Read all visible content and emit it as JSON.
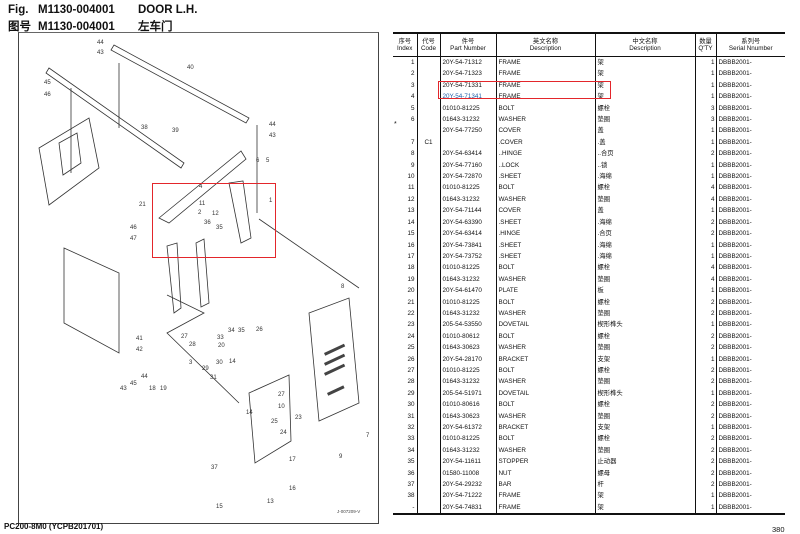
{
  "header": {
    "fig_label": "Fig.",
    "fig_number": "M1130-004001",
    "fig_title": "DOOR L.H.",
    "fig_label_cn": "图号",
    "fig_number_cn": "M1130-004001",
    "fig_title_cn": "左车门"
  },
  "columns": [
    {
      "cn": "序号",
      "en": "Index"
    },
    {
      "cn": "代号",
      "en": "Code"
    },
    {
      "cn": "件号",
      "en": "Part Number"
    },
    {
      "cn": "英文名称",
      "en": "Description"
    },
    {
      "cn": "中文名称",
      "en": "Description"
    },
    {
      "cn": "数量",
      "en": "Q'TY"
    },
    {
      "cn": "系列号",
      "en": "Serial Nnumber"
    }
  ],
  "rows": [
    [
      "1",
      "",
      "20Y-54-71312",
      "FRAME",
      "架",
      "1",
      "DBBB2001-"
    ],
    [
      "2",
      "",
      "20Y-54-71323",
      "FRAME",
      "架",
      "1",
      "DBBB2001-"
    ],
    [
      "3",
      "",
      "20Y-54-71331",
      "FRAME",
      "架",
      "1",
      "DBBB2001-"
    ],
    [
      "4",
      "",
      "20Y-54-71341",
      "FRAME",
      "架",
      "1",
      "DBBB2001-"
    ],
    [
      "5",
      "",
      "01010-81225",
      "BOLT",
      "螺栓",
      "3",
      "DBBB2001-"
    ],
    [
      "6",
      "",
      "01643-31232",
      "WASHER",
      "垫圈",
      "3",
      "DBBB2001-"
    ],
    [
      "",
      "",
      "20Y-54-77250",
      "COVER",
      "盖",
      "1",
      "DBBB2001-"
    ],
    [
      "7",
      "C1",
      "",
      ".COVER",
      ".盖",
      "1",
      "DBBB2001-"
    ],
    [
      "8",
      "",
      "20Y-54-63414",
      "..HINGE",
      "..合页",
      "2",
      "DBBB2001-"
    ],
    [
      "9",
      "",
      "20Y-54-77160",
      "..LOCK",
      "..锁",
      "1",
      "DBBB2001-"
    ],
    [
      "10",
      "",
      "20Y-54-72870",
      ".SHEET",
      ".海绵",
      "1",
      "DBBB2001-"
    ],
    [
      "11",
      "",
      "01010-81225",
      "BOLT",
      "螺栓",
      "4",
      "DBBB2001-"
    ],
    [
      "12",
      "",
      "01643-31232",
      "WASHER",
      "垫圈",
      "4",
      "DBBB2001-"
    ],
    [
      "13",
      "",
      "20Y-54-71144",
      "COVER",
      "盖",
      "1",
      "DBBB2001-"
    ],
    [
      "14",
      "",
      "20Y-54-63390",
      ".SHEET",
      ".海绵",
      "2",
      "DBBB2001-"
    ],
    [
      "15",
      "",
      "20Y-54-63414",
      ".HINGE",
      ".合页",
      "2",
      "DBBB2001-"
    ],
    [
      "16",
      "",
      "20Y-54-73841",
      ".SHEET",
      ".海绵",
      "1",
      "DBBB2001-"
    ],
    [
      "17",
      "",
      "20Y-54-73752",
      ".SHEET",
      ".海绵",
      "1",
      "DBBB2001-"
    ],
    [
      "18",
      "",
      "01010-81225",
      "BOLT",
      "螺栓",
      "4",
      "DBBB2001-"
    ],
    [
      "19",
      "",
      "01643-31232",
      "WASHER",
      "垫圈",
      "4",
      "DBBB2001-"
    ],
    [
      "20",
      "",
      "20Y-54-61470",
      "PLATE",
      "板",
      "1",
      "DBBB2001-"
    ],
    [
      "21",
      "",
      "01010-81225",
      "BOLT",
      "螺栓",
      "2",
      "DBBB2001-"
    ],
    [
      "22",
      "",
      "01643-31232",
      "WASHER",
      "垫圈",
      "2",
      "DBBB2001-"
    ],
    [
      "23",
      "",
      "205-54-53550",
      "DOVETAIL",
      "楔形榫头",
      "1",
      "DBBB2001-"
    ],
    [
      "24",
      "",
      "01010-80612",
      "BOLT",
      "螺栓",
      "2",
      "DBBB2001-"
    ],
    [
      "25",
      "",
      "01643-30623",
      "WASHER",
      "垫圈",
      "2",
      "DBBB2001-"
    ],
    [
      "26",
      "",
      "20Y-54-28170",
      "BRACKET",
      "支架",
      "1",
      "DBBB2001-"
    ],
    [
      "27",
      "",
      "01010-81225",
      "BOLT",
      "螺栓",
      "2",
      "DBBB2001-"
    ],
    [
      "28",
      "",
      "01643-31232",
      "WASHER",
      "垫圈",
      "2",
      "DBBB2001-"
    ],
    [
      "29",
      "",
      "205-54-51971",
      "DOVETAIL",
      "楔形榫头",
      "1",
      "DBBB2001-"
    ],
    [
      "30",
      "",
      "01010-80616",
      "BOLT",
      "螺栓",
      "2",
      "DBBB2001-"
    ],
    [
      "31",
      "",
      "01643-30623",
      "WASHER",
      "垫圈",
      "2",
      "DBBB2001-"
    ],
    [
      "32",
      "",
      "20Y-54-61372",
      "BRACKET",
      "支架",
      "1",
      "DBBB2001-"
    ],
    [
      "33",
      "",
      "01010-81225",
      "BOLT",
      "螺栓",
      "2",
      "DBBB2001-"
    ],
    [
      "34",
      "",
      "01643-31232",
      "WASHER",
      "垫圈",
      "2",
      "DBBB2001-"
    ],
    [
      "35",
      "",
      "20Y-54-11611",
      "STOPPER",
      "止动器",
      "2",
      "DBBB2001-"
    ],
    [
      "36",
      "",
      "01580-11008",
      "NUT",
      "螺母",
      "2",
      "DBBB2001-"
    ],
    [
      "37",
      "",
      "20Y-54-29232",
      "BAR",
      "杆",
      "2",
      "DBBB2001-"
    ],
    [
      "38",
      "",
      "20Y-54-71222",
      "FRAME",
      "架",
      "1",
      "DBBB2001-"
    ],
    [
      "-",
      "",
      "20Y-54-74831",
      "FRAME",
      "架",
      "1",
      "DBBB2001-"
    ]
  ],
  "selected_row": 3,
  "bullet_mark": "*",
  "drawing": {
    "code": "J-007209-V",
    "callouts": [
      "44",
      "43",
      "40",
      "45",
      "46",
      "38",
      "39",
      "44",
      "43",
      "6",
      "5",
      "4",
      "1",
      "11",
      "12",
      "21",
      "2",
      "36",
      "35",
      "46",
      "47",
      "41",
      "42",
      "3",
      "43",
      "45",
      "44",
      "18",
      "19",
      "27",
      "28",
      "20",
      "33",
      "34",
      "35",
      "26",
      "29",
      "31",
      "30",
      "14",
      "14",
      "27",
      "10",
      "23",
      "25",
      "24",
      "7",
      "9",
      "17",
      "37",
      "16",
      "15",
      "13",
      "8"
    ]
  },
  "footer": {
    "model": "PC200-8M0 (YCPB201701)",
    "page": "380"
  },
  "colors": {
    "highlight": "#e3262b",
    "selected_text": "#1f5fa8"
  }
}
